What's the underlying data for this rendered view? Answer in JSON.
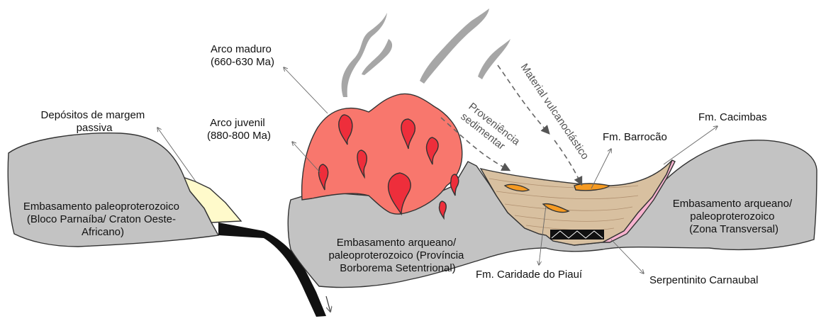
{
  "labels": {
    "passive_margin": [
      "Depósitos de margem",
      "passiva"
    ],
    "juvenile_arc": [
      "Arco juvenil",
      "(880-800 Ma)"
    ],
    "mature_arc": [
      "Arco maduro",
      "(660-630 Ma)"
    ],
    "basement_west": [
      "Embasamento paleoproterozoico",
      "(Bloco Parnaíba/ Craton Oeste-",
      "Africano)"
    ],
    "basement_center": [
      "Embasamento arqueano/",
      "paleoproterozoico (Província",
      "Borborema Setentrional)"
    ],
    "basement_east": [
      "Embasamento arqueano/",
      "paleoproterozoico",
      "(Zona Transversal)"
    ],
    "provenance": [
      "Proveniência",
      "sedimentar"
    ],
    "volcaniclastic": "Material vulcanoclástico",
    "barrocao": "Fm. Barrocão",
    "cacimbas": "Fm. Cacimbas",
    "caridade": "Fm. Caridade do Piauí",
    "carnaubal": "Serpentinito Carnaubal"
  },
  "colors": {
    "basement": "#c3c3c3",
    "arc": "#f8776d",
    "pluton": "#ee2e3b",
    "passive_margin": "#fffacb",
    "basin": "#d8c0a0",
    "orange_lens": "#f59a22",
    "serpentinite": "#f7b3cf",
    "slab": "#111111",
    "smoke": "#a6a6a6"
  }
}
